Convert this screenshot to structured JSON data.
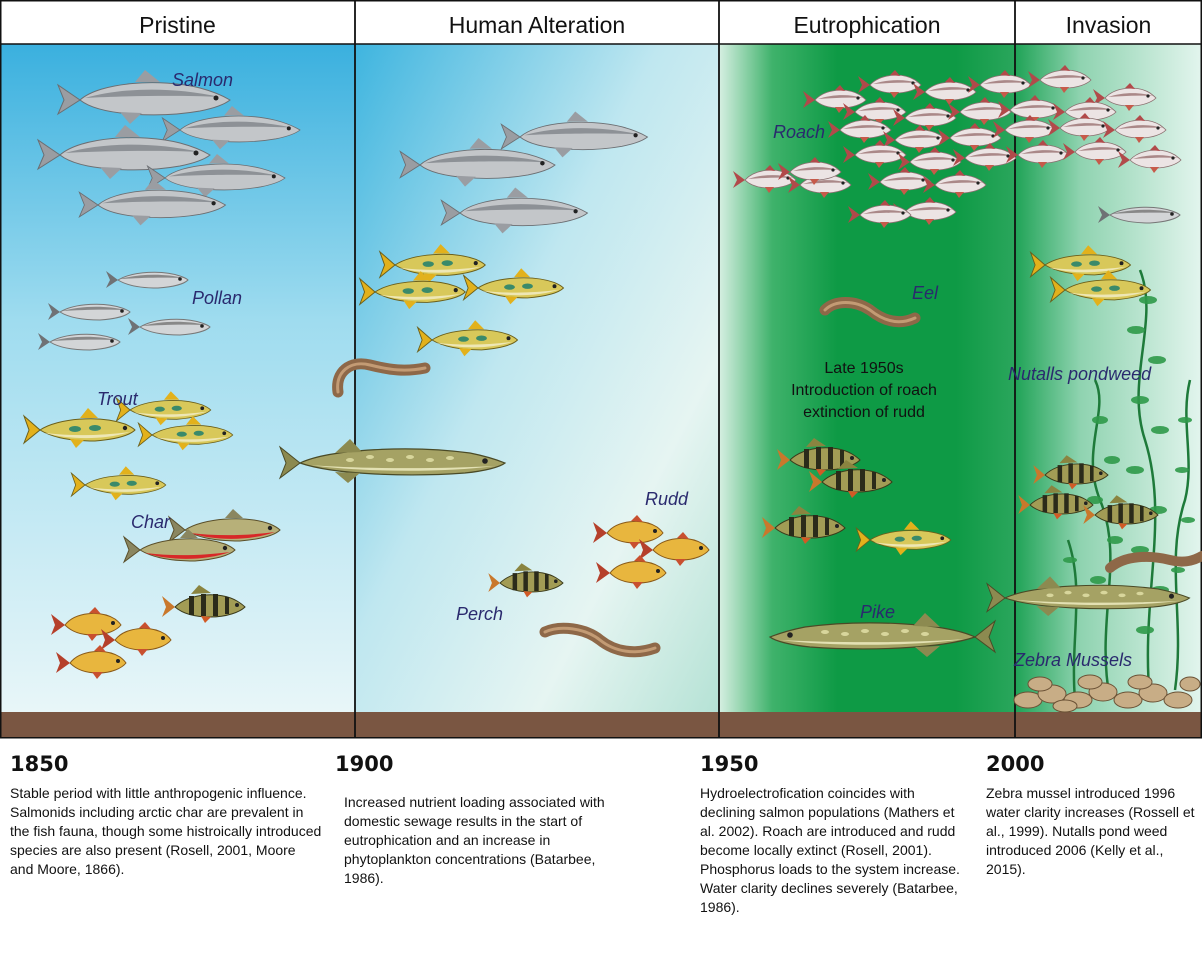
{
  "eras": [
    {
      "title": "Pristine",
      "year": "1850",
      "description": "Stable period with little anthropogenic influence.  Salmonids  including arctic char are prevalent in the fish fauna, though some histroically introduced species are also present (Rosell, 2001, Moore and Moore, 1866)."
    },
    {
      "title": "Human Alteration",
      "year": "1900",
      "description": "Increased nutrient loading associated with domestic sewage results in the start of eutrophication and an increase in phytoplankton concentrations (Batarbee, 1986)."
    },
    {
      "title": "Eutrophication",
      "year": "1950",
      "description": "Hydroelectrofication coincides with declining salmon populations (Mathers et al. 2002). Roach are introduced and rudd become locally extinct (Rosell, 2001). Phosphorus loads to the system increase. Water clarity declines severely (Batarbee, 1986)."
    },
    {
      "title": "Invasion",
      "year": "2000",
      "description": "Zebra mussel introduced 1996 water clarity increases (Rossell et al., 1999). Nutalls pond weed introduced 2006 (Kelly et al., 2015)."
    }
  ],
  "species_labels": {
    "salmon": "Salmon",
    "pollan": "Pollan",
    "trout": "Trout",
    "char": "Char",
    "perch": "Perch",
    "rudd": "Rudd",
    "roach": "Roach",
    "eel": "Eel",
    "pike": "Pike",
    "nutalls_pondweed": "Nutalls pondweed",
    "zebra_mussels": "Zebra Mussels"
  },
  "annotation": {
    "line1": "Late 1950s",
    "line2": "Introduction of roach",
    "line3": "extinction of rudd"
  },
  "colors": {
    "clear_water_top": "#3cb4df",
    "eutrophic_green": "#0f9a45",
    "sediment": "#7a5642",
    "salmon": "#b9bcbf",
    "trout": "#d9b92a",
    "char_red": "#d72828",
    "rudd": "#e8b63e",
    "perch": "#8f8a45",
    "eel": "#8e6848",
    "pike": "#9c9a5a",
    "roach": "#e9e0e0",
    "label": "#2a2a6e"
  }
}
